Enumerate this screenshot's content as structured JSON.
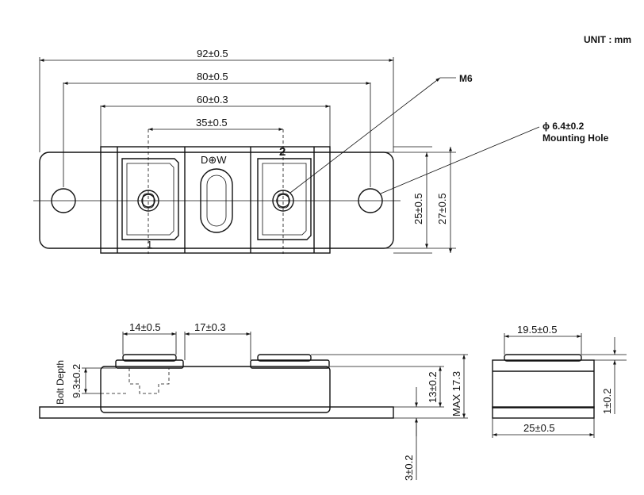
{
  "unit_label": "UNIT : mm",
  "top_view": {
    "dimensions": {
      "overall": "92±0.5",
      "hole_pitch": "80±0.5",
      "body_length": "60±0.3",
      "terminal_pitch": "35±0.5",
      "body_width": "25±0.5",
      "base_width": "27±0.5"
    },
    "callouts": {
      "thread": "M6",
      "hole_diameter": "ϕ 6.4±0.2",
      "hole_label": "Mounting Hole"
    },
    "brand": "D⊕W",
    "terminal_1": "1",
    "terminal_2": "2"
  },
  "side_view": {
    "dimensions": {
      "terminal_width": "14±0.5",
      "terminal_gap": "17±0.3",
      "bolt_depth_label": "Bolt Depth",
      "bolt_depth_value": "9.3±0.2",
      "height": "13±0.2",
      "max_height": "MAX 17.3",
      "base_thickness": "3±0.2"
    }
  },
  "end_view": {
    "dimensions": {
      "terminal_width": "19.5±0.5",
      "base_width": "25±0.5",
      "terminal_height": "1±0.2"
    }
  }
}
